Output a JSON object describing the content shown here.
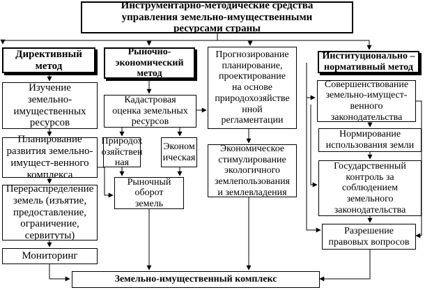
{
  "diagram": {
    "title": {
      "lines": [
        "Инструментарно-методические средства",
        "управления земельно-имущественными",
        "ресурсами страны"
      ]
    },
    "directive": {
      "header": {
        "lines": [
          "Директивный",
          "метод"
        ]
      },
      "study": {
        "lines": [
          "Изучение",
          "земельно-",
          "имущественных",
          "ресурсов"
        ]
      },
      "planning": {
        "lines": [
          "Планирование",
          "развития земельно-",
          "имущест-венного",
          "комплекса"
        ]
      },
      "redistribution": {
        "lines": [
          "Перераспределение",
          "земель (изъятие,",
          "предоставление,",
          "ограничение,",
          "сервитуты)"
        ]
      },
      "monitoring": {
        "lines": [
          "Мониторинг"
        ]
      }
    },
    "market": {
      "header": {
        "lines": [
          "Рыночно-",
          "экономический",
          "метод"
        ]
      },
      "cadastral": {
        "lines": [
          "Кадастровая",
          "оценка земельных",
          "ресурсов"
        ]
      },
      "natural": {
        "lines": [
          "Природох",
          "озяйствен",
          "ная"
        ]
      },
      "economic": {
        "lines": [
          "Эконом",
          "ическая"
        ]
      },
      "turnover": {
        "lines": [
          "Рыночный",
          "оборот",
          "земель"
        ]
      }
    },
    "forecast": {
      "planning": {
        "lines": [
          "Прогнозирование",
          "планирование,",
          "проектирование",
          "на основе",
          "природохозяйстве",
          "нной",
          "регламентации"
        ]
      },
      "stimulation": {
        "lines": [
          "Экономическое",
          "стимулирование",
          "экологичного",
          "землепользования",
          "и землевладения"
        ]
      }
    },
    "institutional": {
      "header": {
        "lines": [
          "Институционально –",
          "нормативный  метод"
        ]
      },
      "improvement": {
        "lines": [
          "Совершенствование",
          "земельно-имущест-",
          "венного",
          "законодательства"
        ]
      },
      "norming": {
        "lines": [
          "Нормирование",
          "использования земли"
        ]
      },
      "control": {
        "lines": [
          "Государственный",
          "контроль за",
          "соблюдением",
          "земельного",
          "законодательства"
        ]
      },
      "resolution": {
        "lines": [
          "Разрешение",
          "правовых вопросов"
        ]
      }
    },
    "complex": {
      "lines": [
        "Земельно-имущественный комплекс"
      ]
    }
  }
}
